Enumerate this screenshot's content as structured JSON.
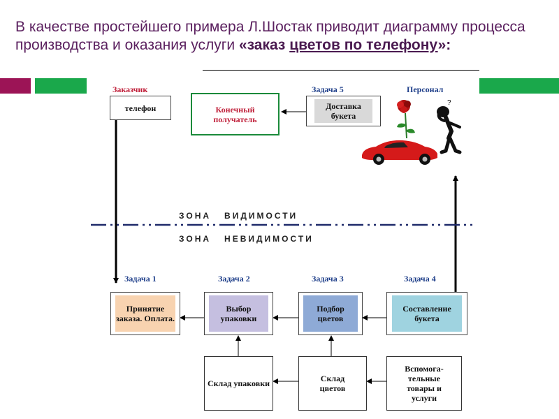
{
  "title": {
    "normal": "В качестве простейшего примера Л.Шостак приводит диаграмму процесса производства и оказания услуги ",
    "bold": "«заказ",
    "underlined": "цветов по телефону",
    "tail": "»:"
  },
  "diagram": {
    "customer_label": "Заказчик",
    "phone_label": "телефон",
    "final_recipient": "Конечный получатель",
    "task5_label": "Задача 5",
    "delivery": "Доставка букета",
    "staff_label": "Персонал",
    "zone_visible": "ЗОНА   ВИДИМОСТИ",
    "zone_invisible": "ЗОНА   НЕВИДИМОСТИ",
    "task1_label": "Задача 1",
    "task2_label": "Задача 2",
    "task3_label": "Задача 3",
    "task4_label": "Задача 4",
    "task1": "Принятие заказа. Оплата.",
    "task2": "Выбор упаковки",
    "task3": "Подбор цветов",
    "task4": "Составление букета",
    "store_packaging": "Склад упаковки",
    "store_flowers": "Склад цветов",
    "auxiliary": "Вспомога-тельные товары и услуги",
    "colors": {
      "label_red": "#c0203a",
      "label_blue": "#1f3f8a",
      "task1_fill": "#f8d3b0",
      "task2_fill": "#c5bfe0",
      "task3_fill": "#8eaad6",
      "task4_fill": "#9fd3e0",
      "delivery_fill": "#d9d9d9",
      "recipient_border": "#1a8a3a",
      "recipient_text": "#c0203a"
    }
  }
}
